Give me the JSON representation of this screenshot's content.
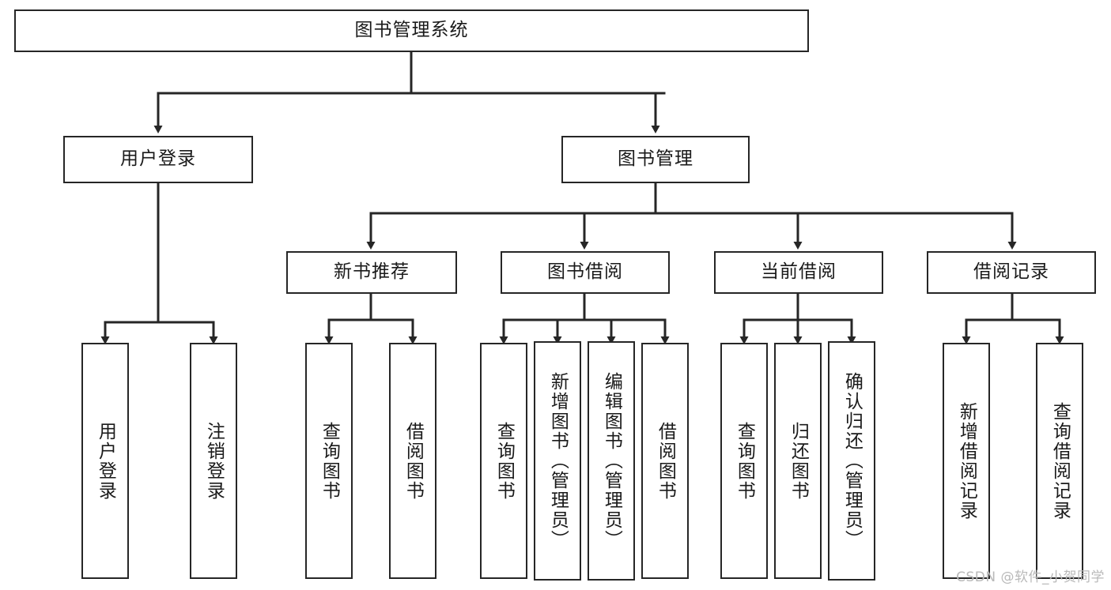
{
  "diagram": {
    "title": "图书管理系统",
    "type": "功能结构图",
    "colors": {
      "background": "#ffffff",
      "node_border": "#262626",
      "node_fill": "#ffffff",
      "edge": "#262626",
      "text": "#1a1a1a",
      "watermark": "#b9b9b9"
    },
    "root": {
      "label": "图书管理系统",
      "orientation": "horizontal"
    },
    "level2": [
      {
        "label": "用户登录",
        "orientation": "horizontal"
      },
      {
        "label": "图书管理",
        "orientation": "horizontal"
      }
    ],
    "level3": [
      {
        "label": "新书推荐",
        "orientation": "horizontal"
      },
      {
        "label": "图书借阅",
        "orientation": "horizontal"
      },
      {
        "label": "当前借阅",
        "orientation": "horizontal"
      },
      {
        "label": "借阅记录",
        "orientation": "horizontal"
      }
    ],
    "leaves": {
      "user_login": [
        {
          "label": "用户登录",
          "orientation": "vertical"
        },
        {
          "label": "注销登录",
          "orientation": "vertical"
        }
      ],
      "new_book_recommend": [
        {
          "label": "查询图书",
          "orientation": "vertical"
        },
        {
          "label": "借阅图书",
          "orientation": "vertical"
        }
      ],
      "book_borrow": [
        {
          "label": "查询图书",
          "orientation": "vertical"
        },
        {
          "label": "新增图书（管理员）",
          "orientation": "vertical"
        },
        {
          "label": "编辑图书（管理员）",
          "orientation": "vertical"
        },
        {
          "label": "借阅图书",
          "orientation": "vertical"
        }
      ],
      "current_borrow": [
        {
          "label": "查询图书",
          "orientation": "vertical"
        },
        {
          "label": "归还图书",
          "orientation": "vertical"
        },
        {
          "label": "确认归还（管理员）",
          "orientation": "vertical"
        }
      ],
      "borrow_record": [
        {
          "label": "新增借阅记录",
          "orientation": "vertical"
        },
        {
          "label": "查询借阅记录",
          "orientation": "vertical"
        }
      ]
    },
    "watermark": "CSDN @软件_小贺同学"
  }
}
